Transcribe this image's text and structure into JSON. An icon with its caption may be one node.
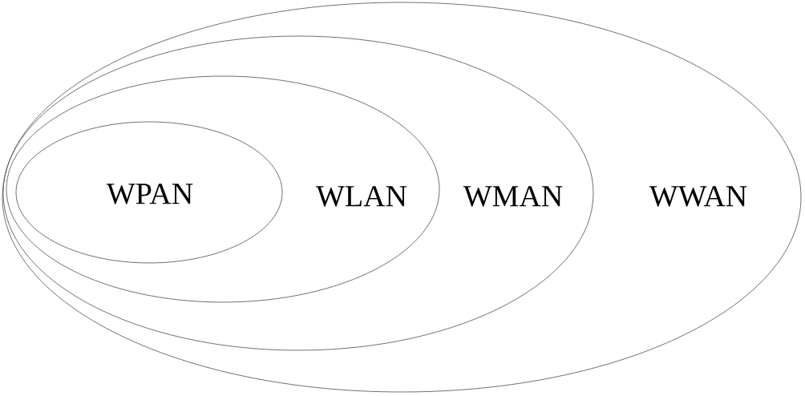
{
  "diagram": {
    "nodes": [
      {
        "text": [
          "WWAN"
        ]
      },
      {
        "text": [
          "WMAN"
        ],
        "in": 0
      },
      {
        "text": [
          "WLAN"
        ],
        "in": 1
      },
      {
        "text": [
          "WPAN"
        ],
        "in": 2
      }
    ]
  }
}
